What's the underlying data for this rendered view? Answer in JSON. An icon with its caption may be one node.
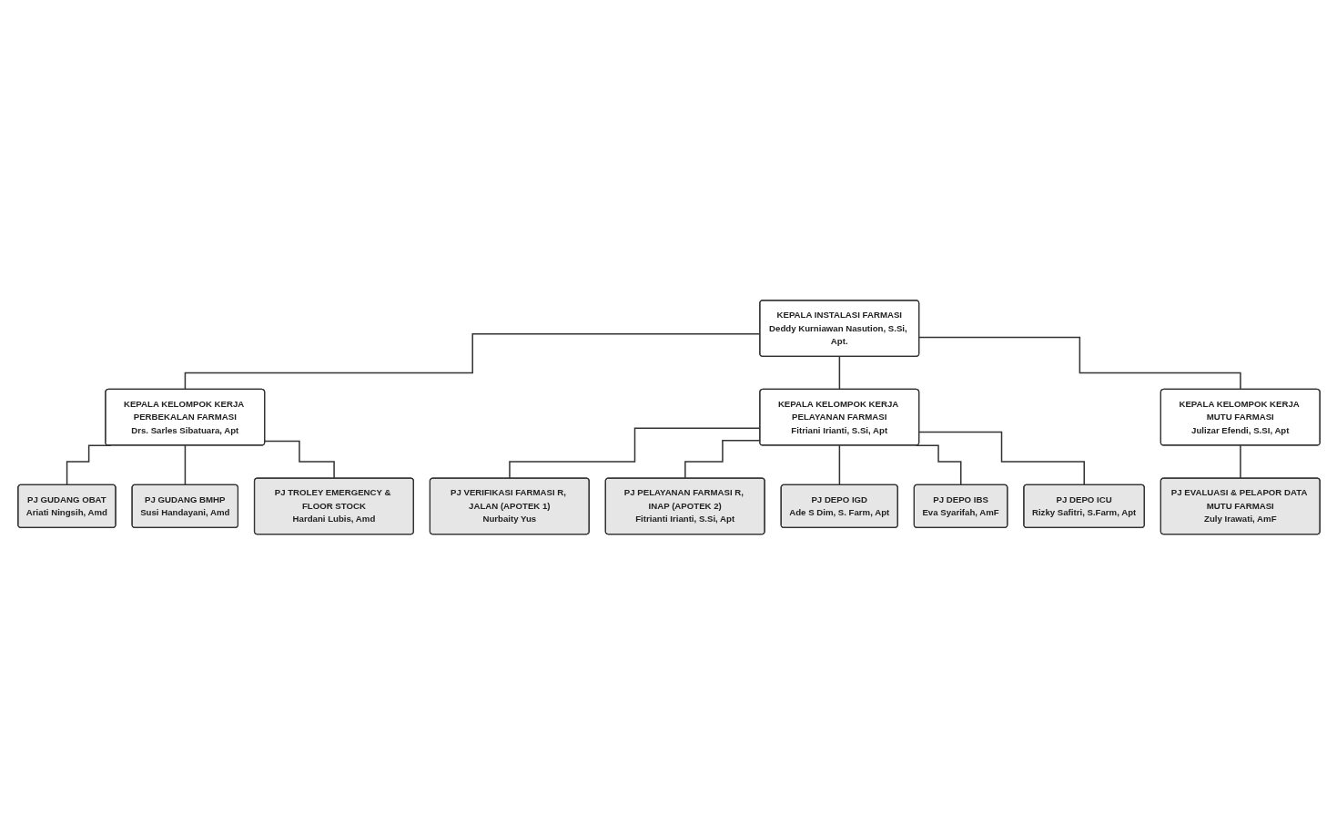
{
  "diagram": {
    "nodes": [
      {
        "text": [
          "KEPALA INSTALASI FARMASI",
          "Deddy Kurniawan Nasution, S.Si, Apt."
        ]
      },
      {
        "text": [
          "KEPALA KELOMPOK KERJA PERBEKALAN FARMASI",
          "Drs. Sarles Sibatuara, Apt"
        ]
      },
      {
        "text": [
          "KEPALA KELOMPOK KERJA PELAYANAN FARMASI",
          "Fitriani Irianti, S.Si, Apt"
        ]
      },
      {
        "text": [
          "KEPALA KELOMPOK KERJA MUTU FARMASI",
          "Julizar Efendi, S.SI, Apt"
        ]
      },
      {
        "text": [
          "PJ GUDANG OBAT",
          "Ariati Ningsih, Amd"
        ]
      },
      {
        "text": [
          "PJ GUDANG BMHP",
          "Susi Handayani, Amd"
        ]
      },
      {
        "text": [
          "PJ VERIFIKASI FARMASI R, JALAN (APOTEK 1)",
          "Nurbaity Yus"
        ]
      },
      {
        "text": [
          "PJ PELAYANAN FARMASI R, INAP (APOTEK 2)",
          "Fitrianti Irianti, S.Si, Apt"
        ]
      },
      {
        "text": [
          "PJ EVALUASI & PELAPOR DATA MUTU FARMASI",
          "Zuly Irawati, AmF"
        ]
      },
      {
        "text": [
          "PJ TROLEY EMERGENCY & FLOOR STOCK",
          "Hardani Lubis, Amd"
        ]
      },
      {
        "text": [
          "PJ DEPO IGD",
          "Ade S Dim, S. Farm, Apt"
        ]
      },
      {
        "text": [
          "PJ DEPO IBS",
          "Eva Syarifah, AmF"
        ]
      },
      {
        "text": [
          "PJ DEPO ICU",
          "Rizky Safitri, S.Farm, Apt"
        ]
      }
    ],
    "edges": [
      {
        "from": 0,
        "to": 1,
        "arrow": "none"
      },
      {
        "from": 0,
        "to": 2,
        "arrow": "none"
      },
      {
        "from": 0,
        "to": 3,
        "arrow": "none"
      },
      {
        "from": 1,
        "to": 4,
        "arrow": "none"
      },
      {
        "from": 1,
        "to": 5,
        "arrow": "none"
      },
      {
        "from": 1,
        "to": 9,
        "arrow": "none"
      },
      {
        "from": 2,
        "to": 6,
        "arrow": "none"
      },
      {
        "from": 2,
        "to": 7,
        "arrow": "none"
      },
      {
        "from": 2,
        "to": 10,
        "arrow": "none"
      },
      {
        "from": 2,
        "to": 11,
        "arrow": "none"
      },
      {
        "from": 2,
        "to": 12,
        "arrow": "none"
      },
      {
        "from": 3,
        "to": 8,
        "arrow": "none"
      }
    ]
  }
}
